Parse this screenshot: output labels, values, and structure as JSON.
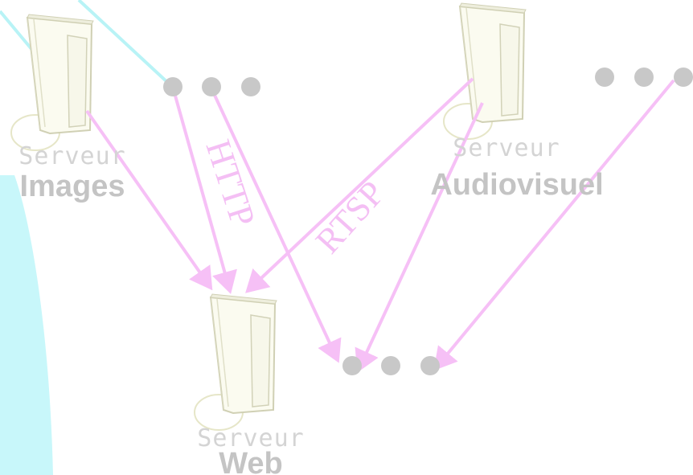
{
  "servers": {
    "images": {
      "line1": "Serveur",
      "line2": "Images"
    },
    "audiovisual": {
      "line1": "Serveur",
      "line2": "Audiovisuel"
    },
    "web": {
      "line1": "Serveur",
      "line2": "Web"
    }
  },
  "protocols": {
    "http": "HTTP",
    "rtsp": "RTSP"
  },
  "colors": {
    "background": "#ffffff",
    "cyan_shape": "#c8f7fa",
    "cyan_line": "#b8f3f6",
    "arrow": "#f6c0f6",
    "dot": "#c8c8c8",
    "label_small": "#d4d4d4",
    "label_big": "#c4c4c4"
  }
}
